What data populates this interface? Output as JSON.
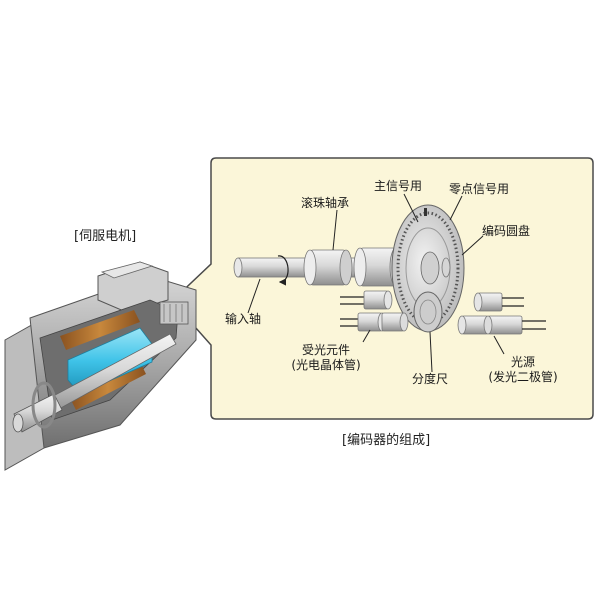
{
  "colors": {
    "panel_fill": "#fbf6d9",
    "panel_stroke": "#4a4a4a",
    "metal_light": "#e4e4e4",
    "metal_dark": "#8e8e8e",
    "winding": "#b0742f",
    "rotor_cyan": "#3fc3e8"
  },
  "labels": {
    "motor_caption": "[伺服电机]",
    "encoder_caption": "[编码器的组成]",
    "ball_bearing": "滚珠轴承",
    "main_signal": "主信号用",
    "zero_signal": "零点信号用",
    "code_disc": "编码圆盘",
    "input_shaft": "输入轴",
    "receiver_line1": "受光元件",
    "receiver_line2": "(光电晶体管)",
    "scale": "分度尺",
    "source_line1": "光源",
    "source_line2": "(发光二极管)"
  }
}
